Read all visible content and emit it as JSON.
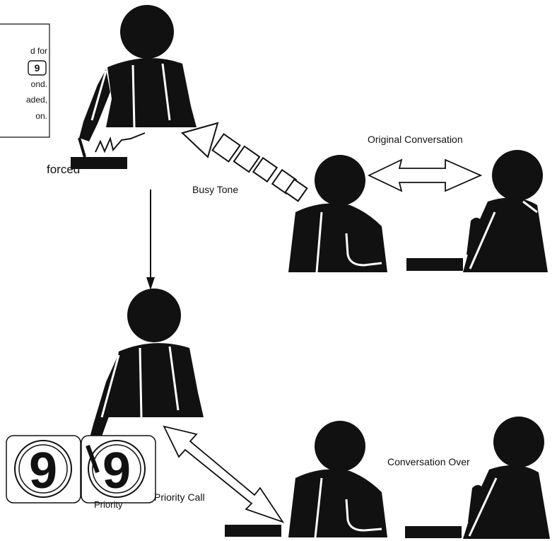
{
  "note_box": {
    "lines": [
      "d for",
      "",
      "ond.",
      "aded,",
      "on."
    ],
    "key_glyph": "9"
  },
  "side_text": "forced",
  "labels": {
    "original_conversation": "Original Conversation",
    "busy_tone": "Busy Tone",
    "conversation_over": "Conversation Over",
    "priority_call": "Priority Call",
    "priority": "Priority"
  },
  "keys": [
    "9",
    "9"
  ],
  "colors": {
    "ink": "#111111",
    "paper": "#ffffff"
  }
}
